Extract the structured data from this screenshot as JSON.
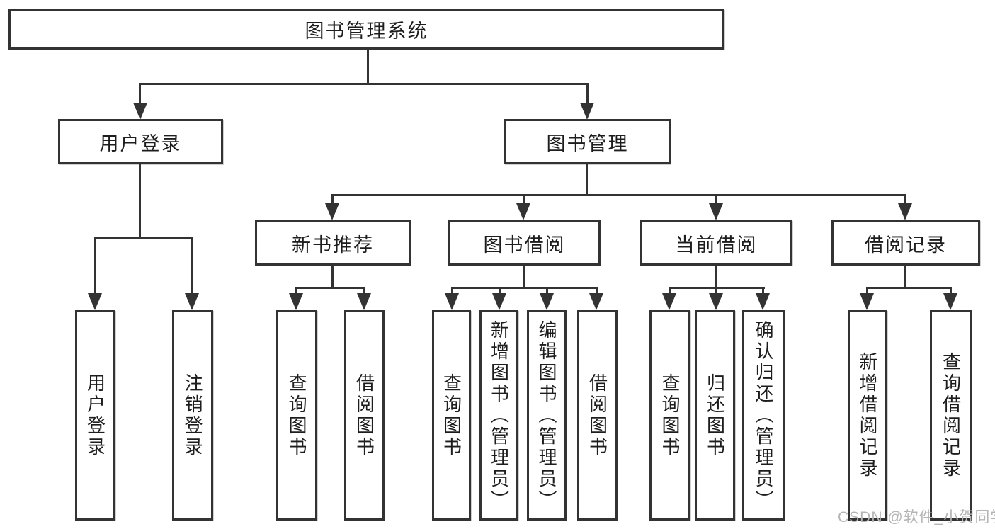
{
  "tree": {
    "id": "library-system",
    "label": "图书管理系统",
    "children": [
      {
        "id": "user-login",
        "label": "用户登录",
        "children": [
          {
            "id": "user-login-leaf",
            "label": "用户登录"
          },
          {
            "id": "logout-leaf",
            "label": "注销登录"
          }
        ]
      },
      {
        "id": "book-management",
        "label": "图书管理",
        "children": [
          {
            "id": "new-book-recommend",
            "label": "新书推荐",
            "children": [
              {
                "id": "nb-query-books",
                "label": "查询图书"
              },
              {
                "id": "nb-borrow-books",
                "label": "借阅图书"
              }
            ]
          },
          {
            "id": "book-borrowing",
            "label": "图书借阅",
            "children": [
              {
                "id": "bb-query-books",
                "label": "查询图书"
              },
              {
                "id": "bb-add-books-admin",
                "label": "新增图书（管理员）"
              },
              {
                "id": "bb-edit-books-admin",
                "label": "编辑图书（管理员）"
              },
              {
                "id": "bb-borrow-books",
                "label": "借阅图书"
              }
            ]
          },
          {
            "id": "current-borrowing",
            "label": "当前借阅",
            "children": [
              {
                "id": "cb-query-books",
                "label": "查询图书"
              },
              {
                "id": "cb-return-books",
                "label": "归还图书"
              },
              {
                "id": "cb-confirm-return-admin",
                "label": "确认归还（管理员）"
              }
            ]
          },
          {
            "id": "borrowing-records",
            "label": "借阅记录",
            "children": [
              {
                "id": "br-add-record",
                "label": "新增借阅记录"
              },
              {
                "id": "br-query-record",
                "label": "查询借阅记录"
              }
            ]
          }
        ]
      }
    ]
  },
  "watermark": {
    "text": "CSDN @软件_小贺同学"
  },
  "colors": {
    "line": "#333333",
    "text": "#1d1d1d",
    "background": "#ffffff",
    "watermark": "#b5b5b5"
  }
}
